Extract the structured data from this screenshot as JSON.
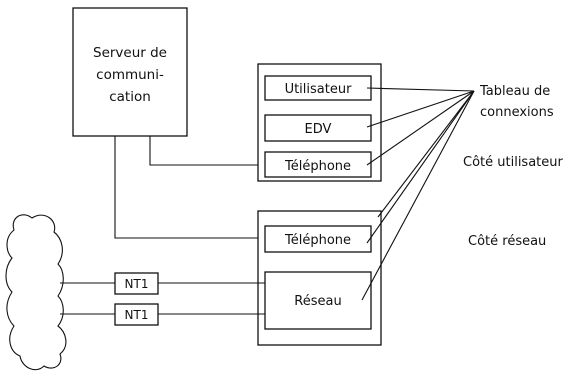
{
  "server": {
    "line1": "Serveur de",
    "line2": "communi-",
    "line3": "cation"
  },
  "user_panel": {
    "items": [
      {
        "label": "Utilisateur"
      },
      {
        "label": "EDV"
      },
      {
        "label": "Téléphone"
      }
    ]
  },
  "network_panel": {
    "items": [
      {
        "label": "Téléphone"
      },
      {
        "label": "Réseau"
      }
    ]
  },
  "nt1": {
    "top_label": "NT1",
    "bottom_label": "NT1"
  },
  "annotations": {
    "patch_panel_line1": "Tableau de",
    "patch_panel_line2": "connexions",
    "user_side": "Côté utilisateur",
    "network_side": "Côté réseau"
  }
}
